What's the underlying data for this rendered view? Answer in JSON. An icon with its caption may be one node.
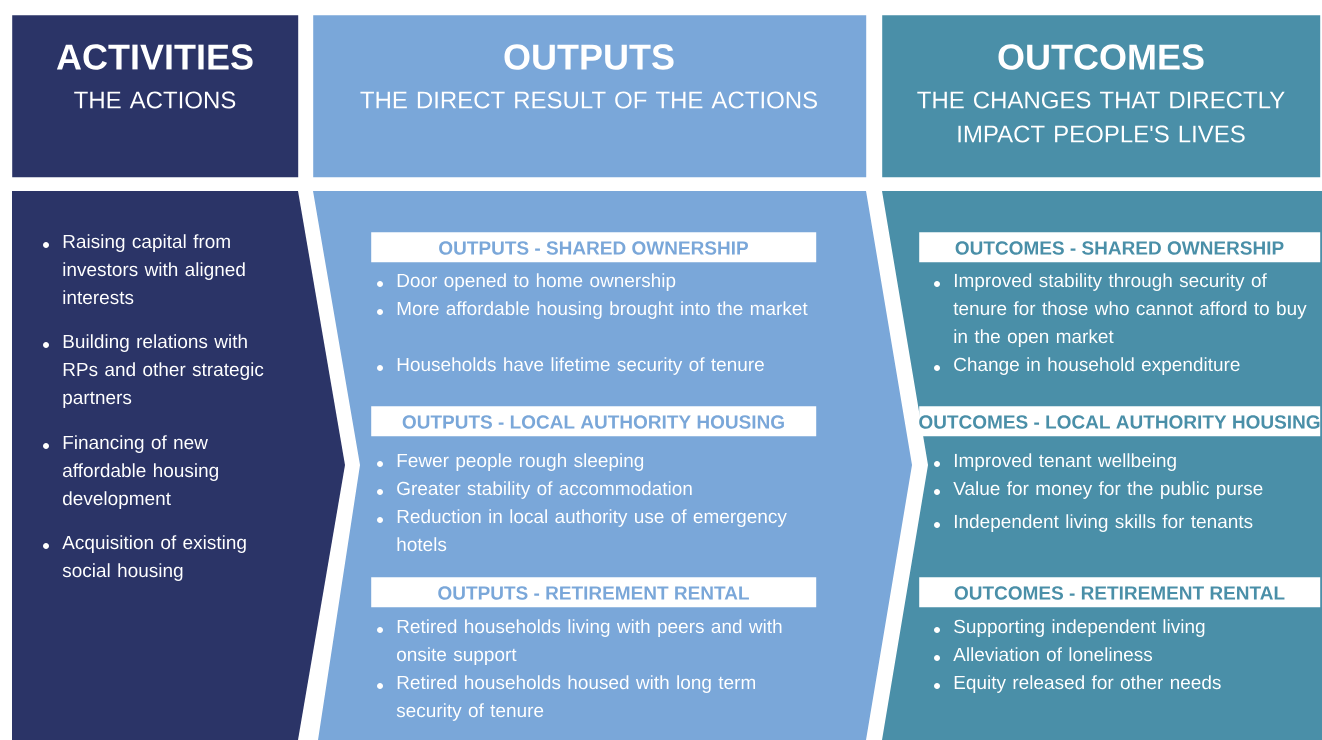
{
  "diagram": {
    "nodes": [
      {
        "text": [
          "ACTIVITIES",
          "THE ACTIONS"
        ]
      },
      {
        "text": [
          "OUTPUTS",
          "THE DIRECT RESULT OF THE ACTIONS"
        ]
      },
      {
        "text": [
          "OUTCOMES",
          "THE CHANGES THAT DIRECTLY IMPACT PEOPLE'S LIVES"
        ]
      },
      {
        "text": [
          "Raising capital from investors with aligned interests",
          "Building relations with RPs and other strategic partners",
          "Financing of new affordable housing development",
          "Acquisition of existing social housing"
        ]
      },
      {
        "text": [],
        "shape": "box"
      },
      {
        "text": [
          "OUTPUTS - SHARED OWNERSHIP",
          "Door opened to home ownership",
          "More affordable housing brought into the market",
          "Households have lifetime security of tenure"
        ],
        "in": 4
      },
      {
        "text": [
          "OUTPUTS - LOCAL AUTHORITY HOUSING",
          "Fewer people rough sleeping",
          "Greater stability of accommodation",
          "Reduction in local authority use of emergency hotels"
        ],
        "in": 4
      },
      {
        "text": [
          "OUTPUTS - RETIREMENT RENTAL",
          "Retired households living with peers and with onsite support",
          "Retired households housed with long term security of tenure"
        ],
        "in": 4
      },
      {
        "text": [],
        "shape": "box"
      },
      {
        "text": [
          "OUTCOMES - SHARED OWNERSHIP",
          "Improved stability through security of tenure for those who cannot afford to buy in the open market",
          "Change in household expenditure"
        ],
        "in": 8
      },
      {
        "text": [
          "OUTCOMES - LOCAL AUTHORITY HOUSING",
          "Improved tenant wellbeing",
          "Value for money for the public purse",
          "Independent living skills for tenants"
        ],
        "in": 8
      },
      {
        "text": [
          "OUTCOMES - RETIREMENT RENTAL",
          "Supporting independent living",
          "Alleviation of loneliness",
          "Equity released for other needs"
        ],
        "in": 8
      }
    ]
  }
}
